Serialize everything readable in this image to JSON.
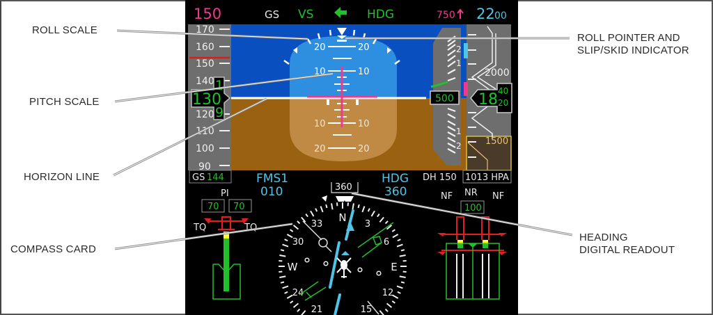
{
  "callouts": {
    "roll_scale": "ROLL SCALE",
    "pitch_scale": "PITCH SCALE",
    "horizon_line": "HORIZON LINE",
    "compass_card": "COMPASS CARD",
    "roll_pointer_line1": "ROLL POINTER AND",
    "roll_pointer_line2": "SLIP/SKID INDICATOR",
    "heading_line1": "HEADING",
    "heading_line2": "DIGITAL READOUT"
  },
  "top_bar": {
    "speed_target": "150",
    "mode_gs": "GS",
    "mode_vs": "VS",
    "mode_hdg": "HDG",
    "vs_target": "750",
    "alt_target_main": "22",
    "alt_target_sub": "00"
  },
  "airspeed": {
    "ticks": [
      "170",
      "160",
      "150",
      "140",
      "130",
      "120",
      "110",
      "100",
      "90"
    ],
    "current": "130",
    "drum_upper": "1",
    "drum_lower": "9",
    "groundspeed_label": "GS",
    "groundspeed_value": "144"
  },
  "attitude": {
    "pitch_labels": [
      "20",
      "10",
      "10",
      "20"
    ]
  },
  "vsi": {
    "marks_up": [
      "2",
      "1"
    ],
    "marks_down": [
      "1",
      "2"
    ],
    "value": "500"
  },
  "altitude": {
    "label_2000": "2000",
    "label_1500": "1500",
    "current_main": "18",
    "current_sub_upper": "40",
    "current_sub_lower": "20",
    "dh": "DH 150",
    "baro": "1013 HPA"
  },
  "nav": {
    "fms_label": "FMS1",
    "fms_course": "010",
    "hdg_label": "HDG",
    "hdg_value": "360",
    "heading_readout": "360"
  },
  "compass": {
    "labels": [
      "N",
      "3",
      "6",
      "E",
      "12",
      "15",
      "21",
      "24",
      "W",
      "30",
      "33"
    ]
  },
  "engine_left": {
    "pi_label": "PI",
    "pi_values": [
      "70",
      "70"
    ],
    "tq_label_left": "TQ",
    "tq_label_right": "TQ"
  },
  "engine_right": {
    "nr_label": "NR",
    "nr_value": "100",
    "nf_left": "NF",
    "nf_right": "NF"
  },
  "colors": {
    "sky": "#0a4fc0",
    "sky_inner": "#2e8fe0",
    "ground": "#9a6210",
    "ground_inner": "#c08a44",
    "magenta": "#ee3a8c",
    "green": "#22c02a",
    "cyan": "#4fc4e6",
    "tape_grey": "#6e6e6e"
  }
}
